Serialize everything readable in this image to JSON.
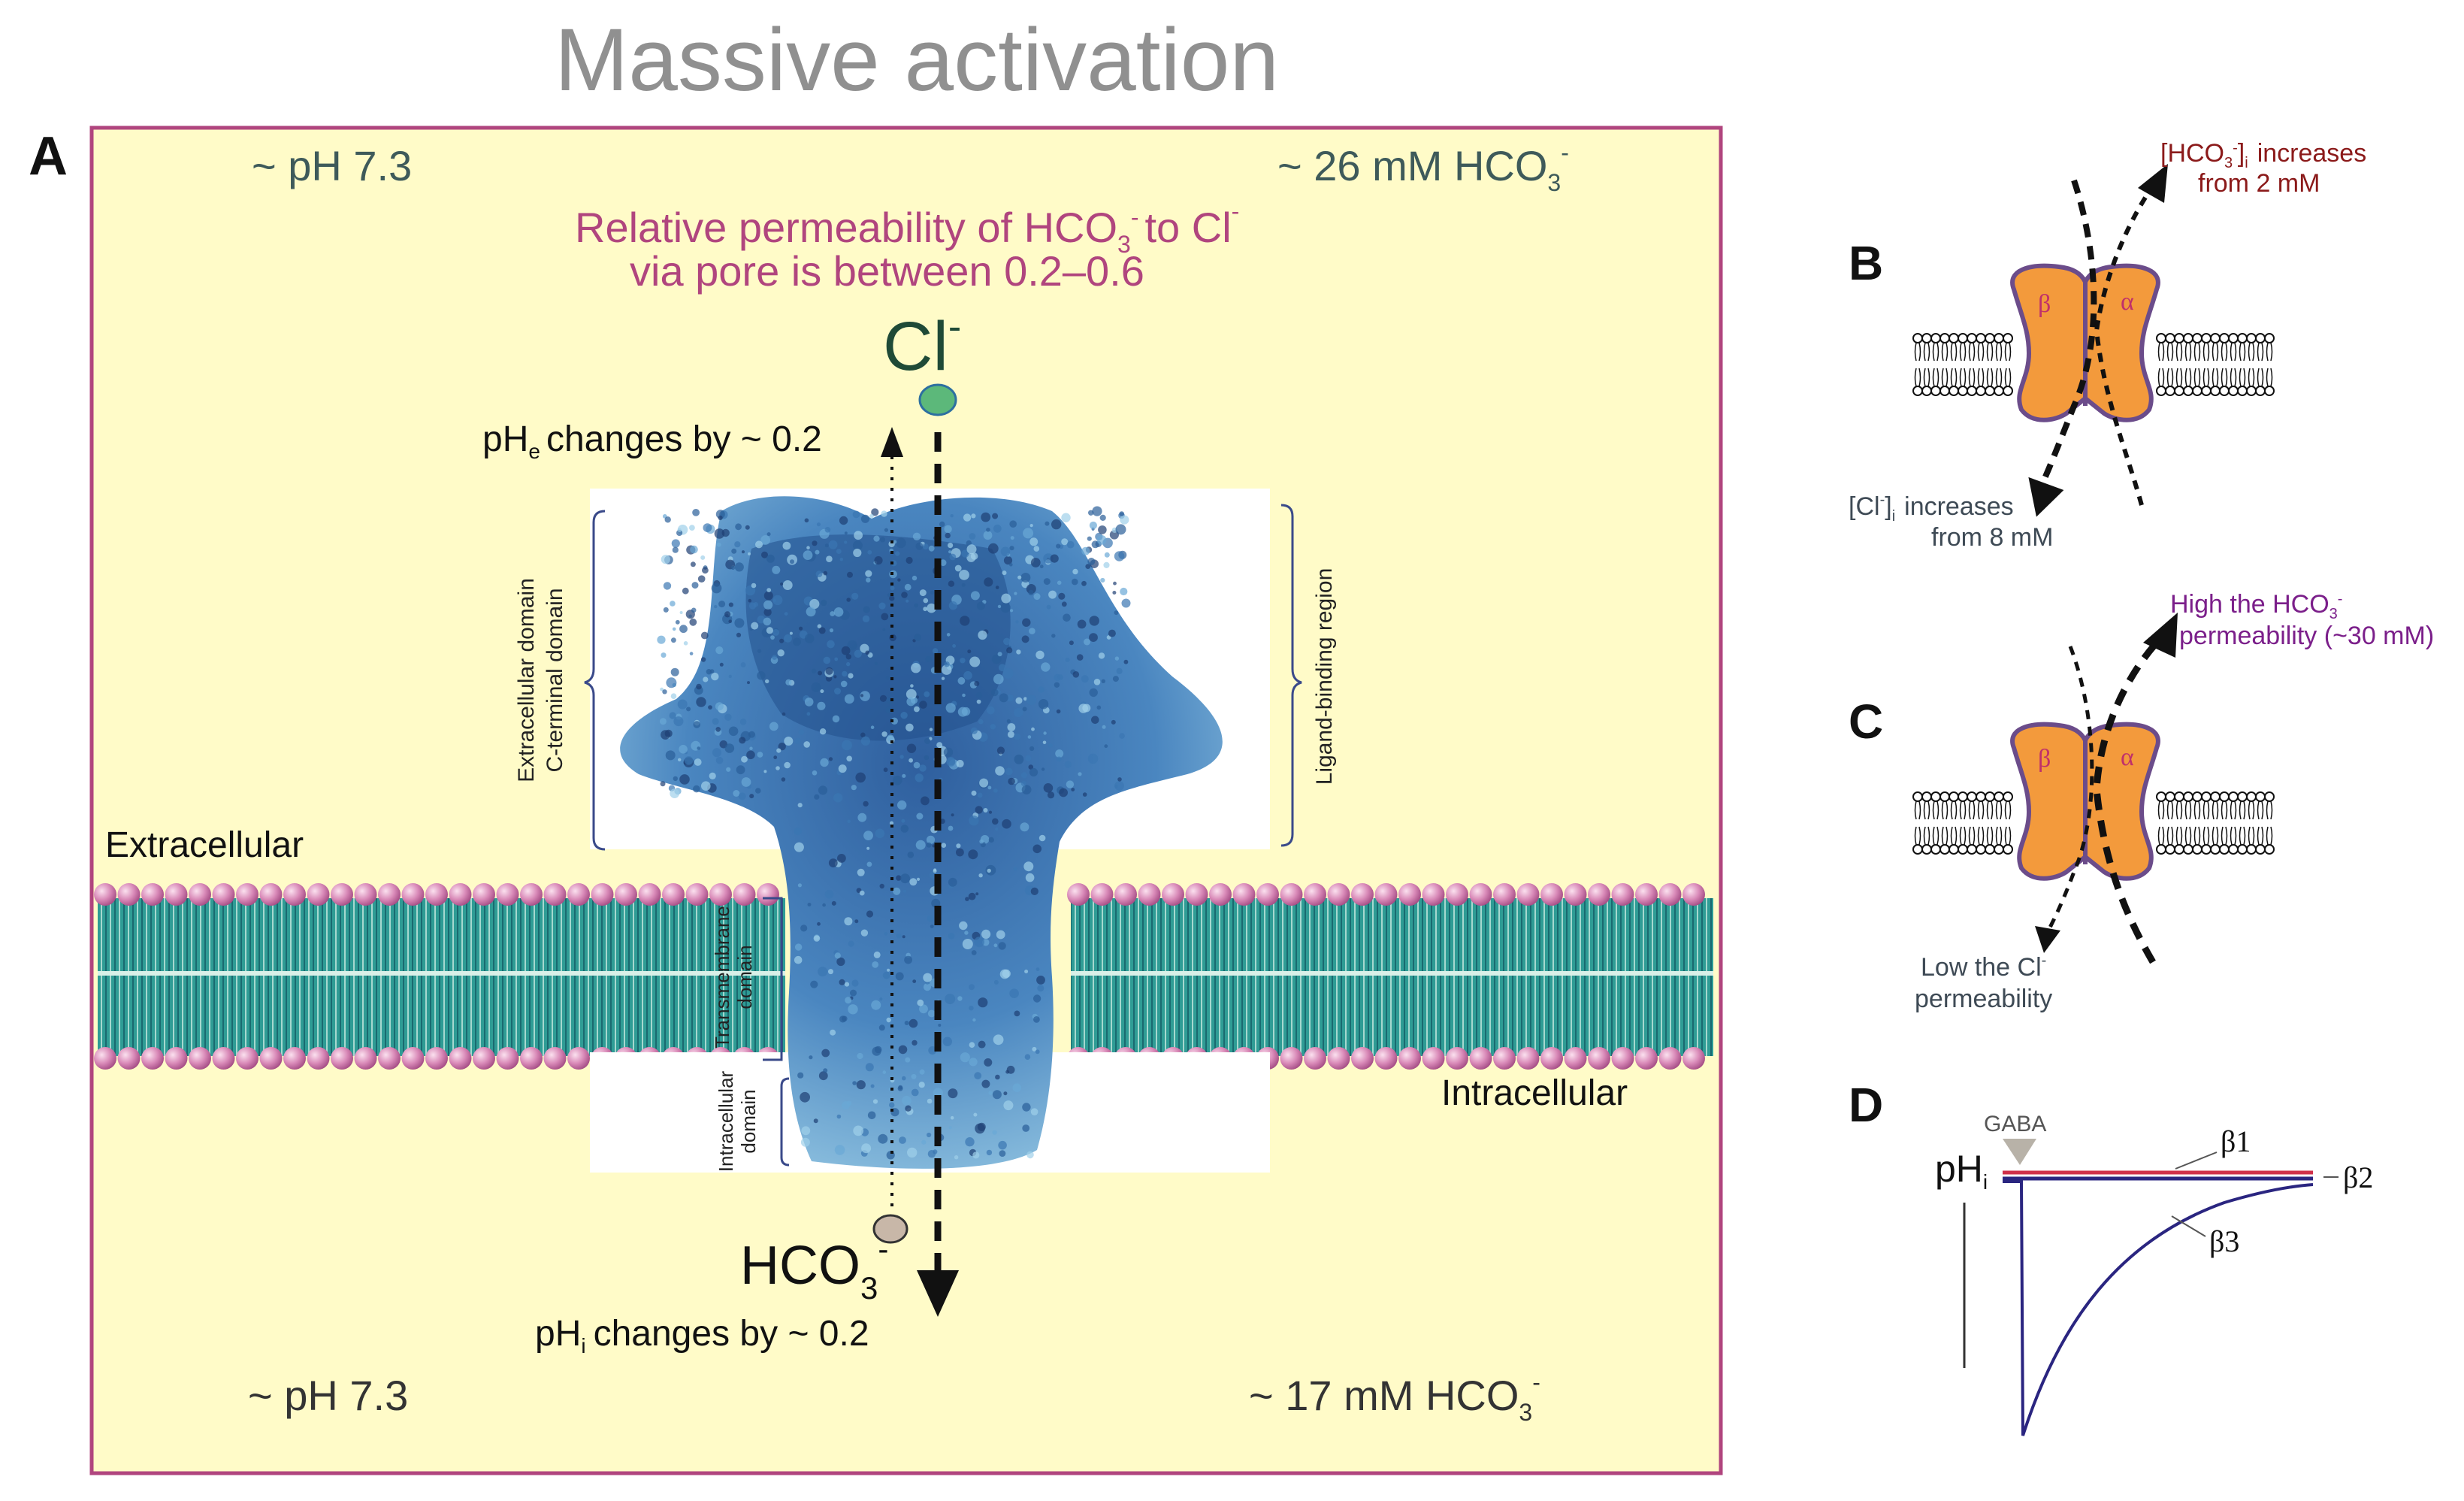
{
  "title": "Massive activation",
  "panel_a": {
    "label": "A",
    "top_left_ph": "~ pH 7.3",
    "top_right_hco3": "~ 26 mM HCO",
    "top_right_hco3_sub": "3",
    "top_right_hco3_sup": "-",
    "permeability_line1": "Relative permeability of HCO",
    "permeability_sub": "3",
    "permeability_sup1": "-",
    "permeability_to": "to Cl",
    "permeability_sup2": "-",
    "permeability_line2": "via pore is between 0.2–0.6",
    "cl_label": "Cl",
    "cl_sup": "-",
    "phe_label": "pH",
    "phe_sub": "e",
    "phe_text": "changes by ~ 0.2",
    "extracellular_domain_label": "Extracellular domain",
    "c_terminal_domain_label": "C-terminal domain",
    "ligand_binding_label": "Ligand-binding region",
    "transmembrane_label": "Transmembrane",
    "transmembrane_label2": "domain",
    "intracellular_domain_label": "Intracellular",
    "intracellular_domain_label2": "domain",
    "extracellular_label": "Extracellular",
    "intracellular_label": "Intracellular",
    "hco3_label": "HCO",
    "hco3_sub": "3",
    "hco3_sup": "-",
    "phi_label": "pH",
    "phi_sub": "i",
    "phi_text": "changes by ~ 0.2",
    "bottom_left_ph": "~ pH 7.3",
    "bottom_right_hco3": "~ 17 mM HCO",
    "bottom_right_hco3_sub": "3",
    "bottom_right_hco3_sup": "-"
  },
  "panel_b": {
    "label": "B",
    "hco3_increase_line1": "[HCO",
    "hco3_increase_sub": "3",
    "hco3_increase_sup": "-",
    "hco3_increase_rest": "]",
    "hco3_increase_i": "i",
    "hco3_increase_text": "increases",
    "hco3_increase_line2": "from 2 mM",
    "cl_increase_line1": "[Cl",
    "cl_increase_sup": "-",
    "cl_increase_rest": "]",
    "cl_increase_i": "i",
    "cl_increase_text": "increases",
    "cl_increase_line2": "from 8 mM",
    "beta": "β",
    "alpha": "α"
  },
  "panel_c": {
    "label": "C",
    "high_hco3_line1": "High the HCO",
    "high_hco3_sub": "3",
    "high_hco3_sup": "-",
    "high_hco3_line2": "permeability (~30 mM)",
    "low_cl_line1": "Low the Cl",
    "low_cl_sup": "-",
    "low_cl_line2": "permeability",
    "beta": "β",
    "alpha": "α"
  },
  "panel_d": {
    "label": "D",
    "gaba_label": "GABA",
    "phi_label": "pH",
    "phi_sub": "i",
    "beta1": "β1",
    "beta2": "β2",
    "beta3": "β3"
  },
  "colors": {
    "panel_bg": "#fffbc8",
    "panel_border": "#b0457e",
    "permeability_text": "#b0457e",
    "cl_text": "#1f4a37",
    "cl_ion": "#5cb87a",
    "hco3_ion": "#c8b7a8",
    "hco3_increase_text": "#8b1a1a",
    "high_hco3_text": "#7b1f8a",
    "channel_fill": "#f39a3c",
    "channel_stroke": "#6b4c8a",
    "protein_blue": "#4a86c0",
    "membrane_head": "#d98ab8",
    "membrane_tail": "#3ba89a",
    "trace_red": "#d0304a",
    "trace_blue": "#2a2580",
    "title_gray": "#909090"
  }
}
